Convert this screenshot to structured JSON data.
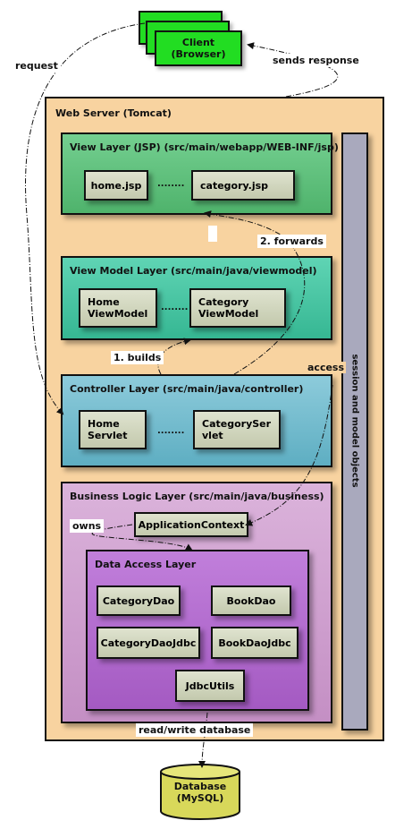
{
  "client": {
    "line1": "Client",
    "line2": "(Browser)"
  },
  "labels": {
    "request": "request",
    "sends_response": "sends response",
    "forwards": "2. forwards",
    "builds": "1. builds",
    "access": "access",
    "owns": "owns",
    "read_write_database": "read/write database"
  },
  "web_server": {
    "title": "Web Server (Tomcat)"
  },
  "view_layer": {
    "title": "View Layer (JSP) (src/main/webapp/WEB-INF/jsp)",
    "items": [
      "home.jsp",
      "category.jsp"
    ],
    "ellipsis": "........"
  },
  "view_model_layer": {
    "title": "View Model Layer (src/main/java/viewmodel)",
    "items": [
      "Home\nViewModel",
      "Category\nViewModel"
    ],
    "ellipsis": "........"
  },
  "controller_layer": {
    "title": "Controller Layer (src/main/java/controller)",
    "items": [
      "Home\nServlet",
      "CategorySer\nvlet"
    ],
    "ellipsis": "........"
  },
  "business_layer": {
    "title": "Business Logic Layer (src/main/java/business)",
    "application_context": "ApplicationContext"
  },
  "data_access_layer": {
    "title": "Data Access Layer",
    "items": [
      "CategoryDao",
      "BookDao",
      "CategoryDaoJdbc",
      "BookDaoJdbc",
      "JdbcUtils"
    ]
  },
  "session_bar": {
    "label": "session and model objects"
  },
  "database": {
    "line1": "Database",
    "line2": "(MySQL)"
  },
  "colors": {
    "client": "#22dd22",
    "web_server": "#f8d3a0",
    "view_layer": "#5ec47e",
    "view_model_layer": "#46c9a6",
    "controller_layer": "#78bfd0",
    "business_layer": "#d3a6d3",
    "data_access_layer": "#b46ed1",
    "session_bar": "#a9a9bd",
    "database": "#d8d85a"
  }
}
